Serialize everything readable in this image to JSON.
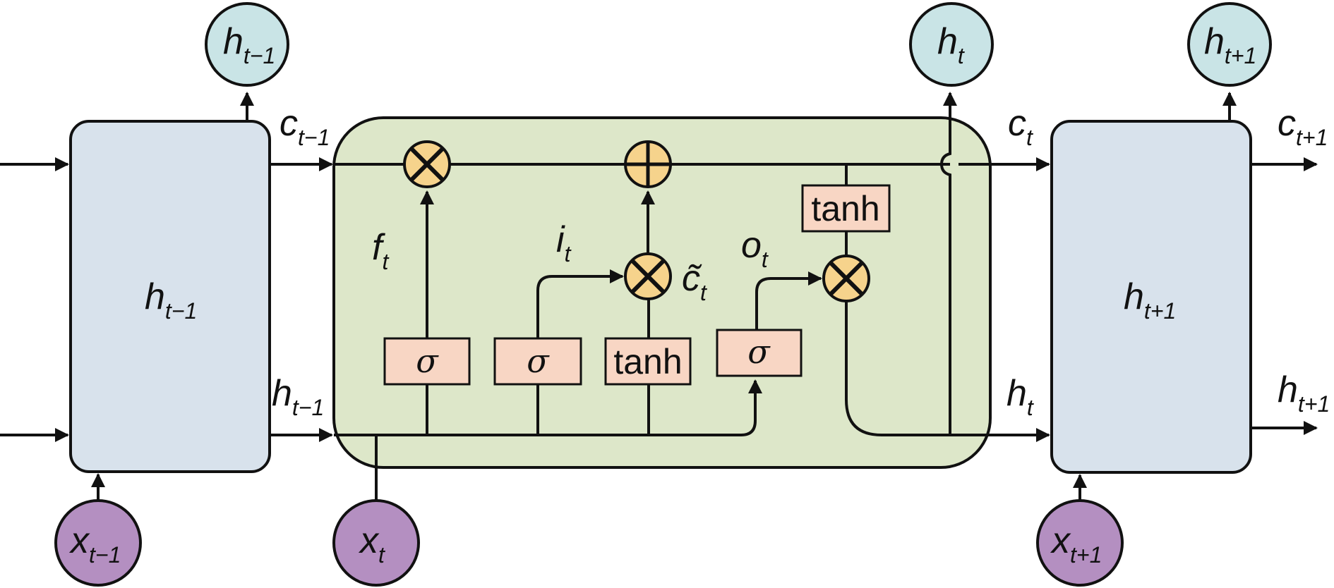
{
  "colors": {
    "cell_box": "#d8e2ec",
    "lstm_box": "#dde7c9",
    "gate_box": "#f8d6c4",
    "pointwise_op": "#f6d38c",
    "hidden_output": "#c9e4e6",
    "input_node": "#b48fc1",
    "line": "#111111"
  },
  "cells": {
    "prev": {
      "label_main": "h",
      "label_sub": "t−1"
    },
    "next": {
      "label_main": "h",
      "label_sub": "t+1"
    }
  },
  "outputs": {
    "prev": {
      "main": "h",
      "sub": "t−1"
    },
    "current": {
      "main": "h",
      "sub": "t"
    },
    "next": {
      "main": "h",
      "sub": "t+1"
    }
  },
  "inputs": {
    "prev": {
      "main": "x",
      "sub": "t−1"
    },
    "current": {
      "main": "x",
      "sub": "t"
    },
    "next": {
      "main": "x",
      "sub": "t+1"
    }
  },
  "edge_labels": {
    "c_prev": {
      "main": "c",
      "sub": "t−1"
    },
    "h_prev": {
      "main": "h",
      "sub": "t−1"
    },
    "c_cur": {
      "main": "c",
      "sub": "t"
    },
    "h_cur": {
      "main": "h",
      "sub": "t"
    },
    "c_next": {
      "main": "c",
      "sub": "t+1"
    },
    "h_next": {
      "main": "h",
      "sub": "t+1"
    },
    "forget": {
      "main": "f",
      "sub": "t"
    },
    "input": {
      "main": "i",
      "sub": "t"
    },
    "candidate": {
      "main": "c̃",
      "sub": "t"
    },
    "output": {
      "main": "o",
      "sub": "t"
    }
  },
  "gates": {
    "forget": "σ",
    "input": "σ",
    "candidate": "tanh",
    "output": "σ",
    "cell_tanh": "tanh"
  },
  "ops": {
    "forget_mult": "×",
    "cell_add": "+",
    "input_mult": "×",
    "output_mult": "×"
  }
}
